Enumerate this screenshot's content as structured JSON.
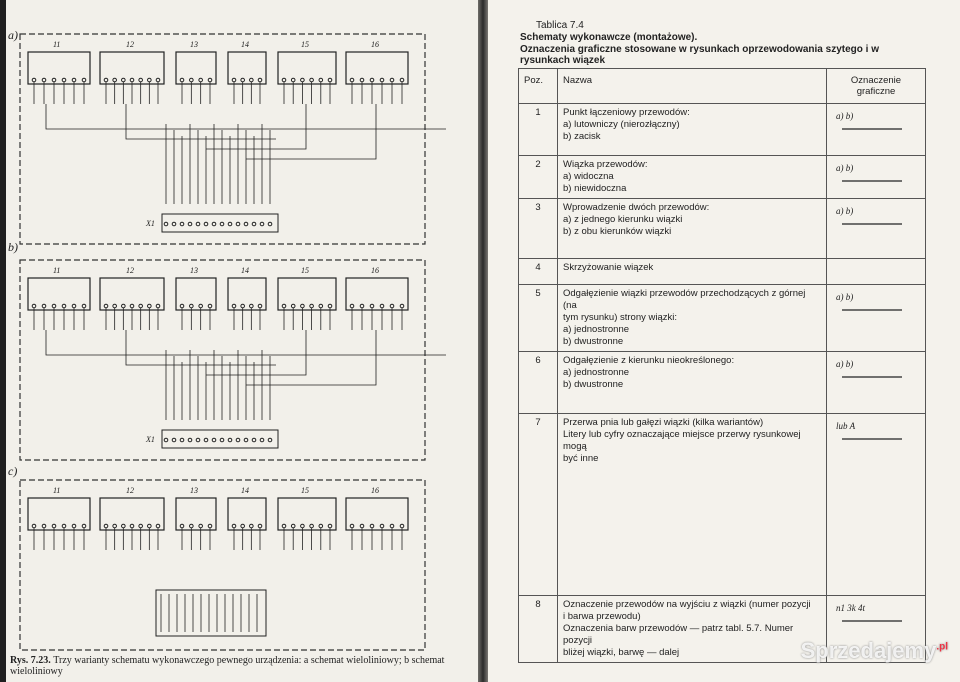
{
  "left_page": {
    "panels": [
      {
        "label": "a)",
        "modules": [
          "11",
          "12",
          "13",
          "14",
          "15",
          "16"
        ],
        "connector": "X1"
      },
      {
        "label": "b)",
        "modules": [
          "11",
          "12",
          "13",
          "14",
          "15",
          "16"
        ],
        "connector": "X1"
      },
      {
        "label": "c)",
        "modules": [
          "11",
          "12",
          "13",
          "14",
          "15",
          "16"
        ],
        "connector": ""
      }
    ],
    "caption_bold": "Rys. 7.23.",
    "caption_text": "Trzy warianty schematu wykonawczego pewnego urządzenia: a schemat wieloliniowy; b schemat wieloliniowy"
  },
  "right_page": {
    "table_number": "Tablica 7.4",
    "subtitle": "Schematy wykonawcze (montażowe).",
    "title": "Oznaczenia graficzne stosowane w rysunkach oprzewodowania szytego i w rysunkach wiązek",
    "headers": {
      "poz": "Poz.",
      "nazwa": "Nazwa",
      "oznaczenie": "Oznaczenie graficzne"
    },
    "rows": [
      {
        "poz": "1",
        "lines": [
          "Punkt łączeniowy przewodów:",
          "a) lutowniczy (nierozłączny)",
          "b) zacisk"
        ],
        "graf": "a)   b)"
      },
      {
        "poz": "2",
        "lines": [
          "Wiązka przewodów:",
          "a) widoczna",
          "b) niewidoczna"
        ],
        "graf": "a)        b)"
      },
      {
        "poz": "3",
        "lines": [
          "Wprowadzenie dwóch przewodów:",
          "a) z jednego kierunku wiązki",
          "b) z obu kierunków wiązki"
        ],
        "graf": "a)     b)"
      },
      {
        "poz": "4",
        "lines": [
          "Skrzyżowanie wiązek"
        ],
        "graf": ""
      },
      {
        "poz": "5",
        "lines": [
          "Odgałęzienie wiązki przewodów przechodzących z górnej (na",
          "tym rysunku) strony wiązki:",
          "a) jednostronne",
          "b) dwustronne"
        ],
        "graf": "a)      b)"
      },
      {
        "poz": "6",
        "lines": [
          "Odgałęzienie z kierunku nieokreślonego:",
          "a) jednostronne",
          "b) dwustronne"
        ],
        "graf": "a)      b)"
      },
      {
        "poz": "7",
        "lines": [
          "Przerwa pnia lub gałęzi wiązki (kilka wariantów)",
          "Litery lub cyfry oznaczające miejsce przerwy rysunkowej mogą",
          "być inne"
        ],
        "graf": "lub A"
      },
      {
        "poz": "8",
        "lines": [
          "Oznaczenie przewodów na wyjściu z wiązki (numer pozycji",
          "i barwa przewodu)",
          "Oznaczenia barw przewodów — patrz tabl. 5.7. Numer pozycji",
          "bliżej wiązki, barwę — dalej"
        ],
        "graf": "n1  3k  4t"
      }
    ],
    "watermark": "Sprzedajemy",
    "watermark_suffix": ".pl"
  }
}
